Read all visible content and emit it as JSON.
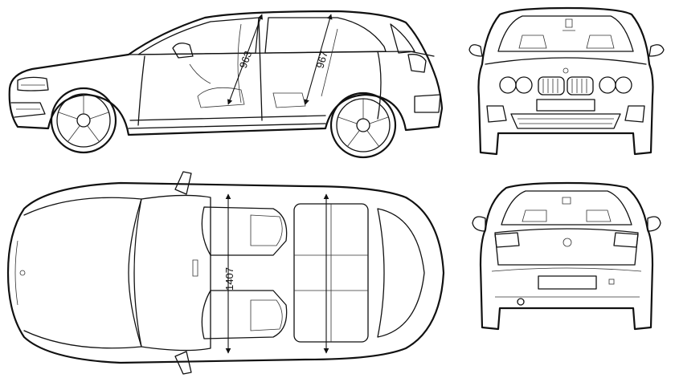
{
  "dimensions": {
    "front_row_headroom": "963",
    "rear_row_headroom": "967",
    "interior_width": "1407"
  },
  "views": [
    "side-view",
    "front-view",
    "top-view",
    "rear-view"
  ]
}
